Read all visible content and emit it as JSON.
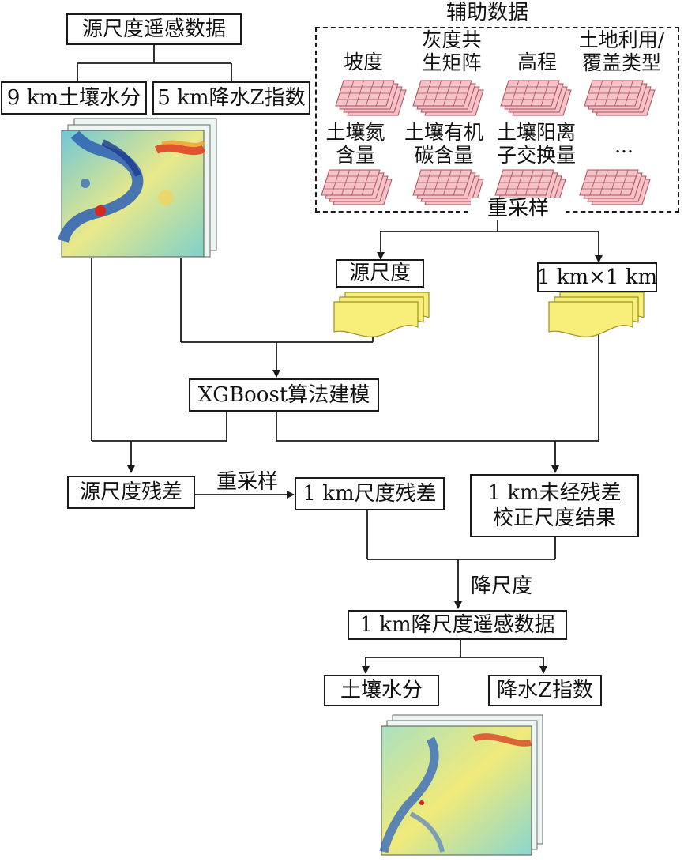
{
  "nodes": {
    "source_data": "源尺度遥感数据",
    "sm_9km": "9 km土壤水分",
    "pz_5km": "5 km降水Z指数",
    "aux_title": "辅助数据",
    "aux_items": [
      "坡度",
      "灰度共生矩阵",
      "高程",
      "土地利用/覆盖类型",
      "土壤氮含量",
      "土壤有机碳含量",
      "土壤阳离子交换量",
      "..."
    ],
    "resample_top": "重采样",
    "source_scale": "源尺度",
    "one_km": "1 km×1 km",
    "xgboost": "XGBoost算法建模",
    "source_residual": "源尺度残差",
    "resample_mid": "重采样",
    "residual_1km": "1 km尺度残差",
    "uncorrected_1km": "1 km未经残差校正尺度结果",
    "downscale": "降尺度",
    "downscaled_data": "1 km降尺度遥感数据",
    "out_sm": "土壤水分",
    "out_pz": "降水Z指数"
  },
  "aux_labels_lines": [
    [
      "坡度"
    ],
    [
      "灰度共",
      "生矩阵"
    ],
    [
      "高程"
    ],
    [
      "土地利用/",
      "覆盖类型"
    ],
    [
      "土壤氮",
      "含量"
    ],
    [
      "土壤有机",
      "碳含量"
    ],
    [
      "土壤阳离",
      "子交换量"
    ],
    [
      "..."
    ]
  ],
  "colors": {
    "grid_fill": "#f4c3c8",
    "grid_line": "#b04a5a",
    "doc_fill": "#f7ef7a",
    "doc_line": "#9a9020",
    "line": "#1a1a1a"
  }
}
